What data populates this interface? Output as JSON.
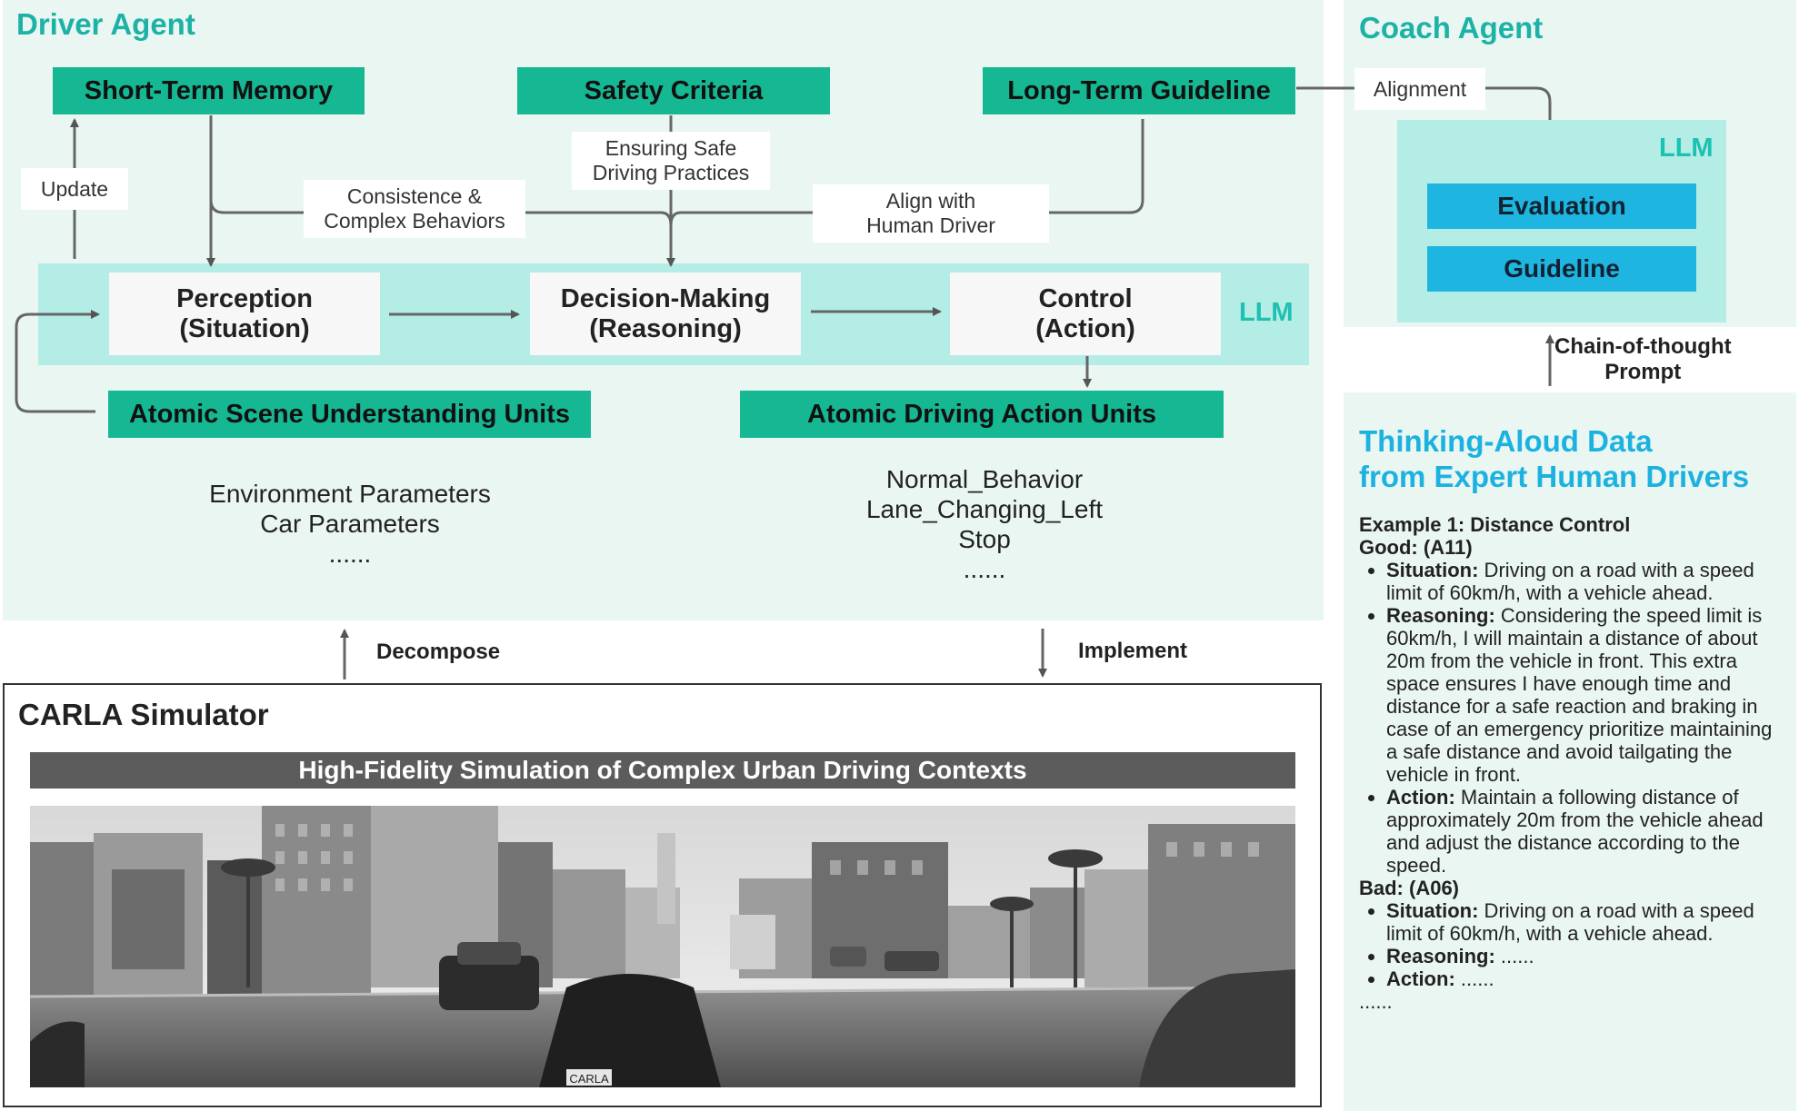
{
  "driver_agent": {
    "title": "Driver Agent",
    "short_term_memory": "Short-Term Memory",
    "safety_criteria": "Safety Criteria",
    "long_term_guideline": "Long-Term Guideline",
    "update_label": "Update",
    "consistence_label": "Consistence &\nComplex Behaviors",
    "ensuring_label": "Ensuring Safe\nDriving Practices",
    "align_label": "Align with\nHuman Driver",
    "perception": "Perception\n(Situation)",
    "decision": "Decision-Making\n(Reasoning)",
    "control": "Control\n(Action)",
    "llm": "LLM",
    "atomic_scene": "Atomic Scene Understanding Units",
    "atomic_action": "Atomic Driving Action Units",
    "scene_items": "Environment Parameters\nCar Parameters\n......",
    "action_items": "Normal_Behavior\nLane_Changing_Left\nStop\n......"
  },
  "coach_agent": {
    "title": "Coach Agent",
    "alignment_label": "Alignment",
    "llm": "LLM",
    "evaluation": "Evaluation",
    "guideline": "Guideline",
    "cot_label": "Chain-of-thought\nPrompt"
  },
  "flow": {
    "decompose": "Decompose",
    "implement": "Implement"
  },
  "carla": {
    "title": "CARLA Simulator",
    "banner": "High-Fidelity Simulation of Complex Urban Driving Contexts",
    "plate": "CARLA"
  },
  "thinking": {
    "title": "Thinking-Aloud Data\nfrom Expert Human Drivers",
    "example_title": "Example 1: Distance Control",
    "good_title": "Good: (A11)",
    "good_items": [
      {
        "key": "Situation:",
        "text": " Driving on a road with a speed limit of 60km/h, with a vehicle ahead."
      },
      {
        "key": "Reasoning:",
        "text": " Considering the speed limit is 60km/h, I will maintain a distance of about 20m from the vehicle in front. This extra space ensures I have enough time and distance for a safe reaction and braking in case of an emergency prioritize maintaining a safe distance and avoid tailgating the vehicle in front."
      },
      {
        "key": "Action:",
        "text": " Maintain a following distance of approximately 20m from the vehicle ahead and adjust the distance according to the speed."
      }
    ],
    "bad_title": "Bad: (A06)",
    "bad_items": [
      {
        "key": "Situation:",
        "text": " Driving on a road with a speed limit of 60km/h, with a vehicle ahead."
      },
      {
        "key": "Reasoning:",
        "text": " ......"
      },
      {
        "key": "Action:",
        "text": " ......"
      }
    ],
    "ellipsis": "......"
  },
  "colors": {
    "panel_bg": "#eaf6f2",
    "green_box": "#16b894",
    "llm_band": "#b4ece6",
    "blue_box": "#1eb6e0",
    "title_teal": "#1cb2a6",
    "title_blue": "#1cb2e0"
  }
}
